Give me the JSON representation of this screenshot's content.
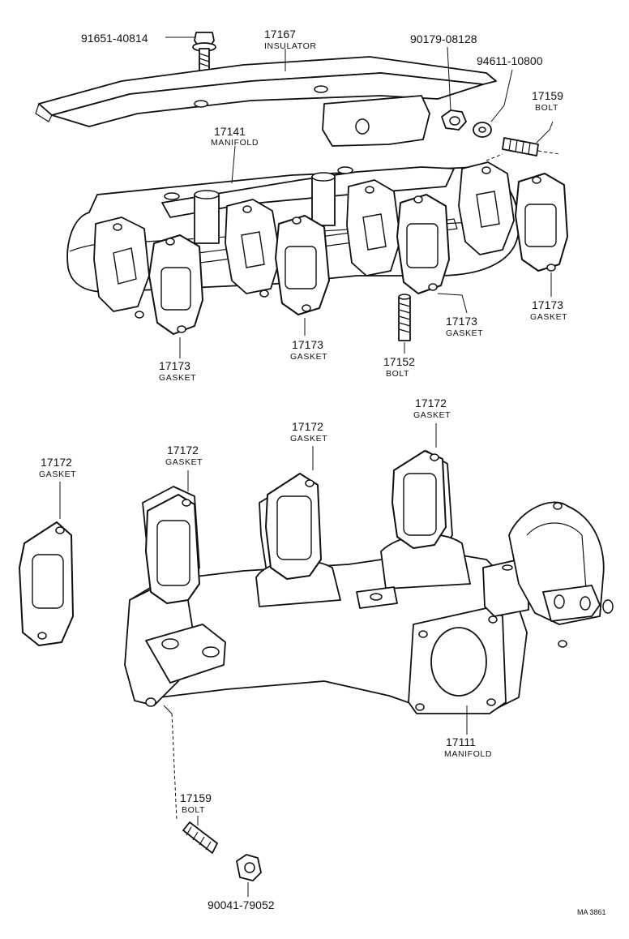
{
  "callouts": {
    "bolt_top": {
      "number": "91651-40814"
    },
    "insulator": {
      "number": "17167",
      "name": "INSULATOR"
    },
    "nut_top": {
      "number": "90179-08128"
    },
    "washer": {
      "number": "94611-10800"
    },
    "stud_top": {
      "number": "17159",
      "name": "BOLT"
    },
    "manifold_upper": {
      "number": "17141",
      "name": "MANIFOLD"
    },
    "gasket_a": {
      "number": "17173",
      "name": "GASKET"
    },
    "gasket_b": {
      "number": "17173",
      "name": "GASKET"
    },
    "gasket_c": {
      "number": "17173",
      "name": "GASKET"
    },
    "gasket_d": {
      "number": "17173",
      "name": "GASKET"
    },
    "stud_mid": {
      "number": "17152",
      "name": "BOLT"
    },
    "gasket_e": {
      "number": "17172",
      "name": "GASKET"
    },
    "gasket_f": {
      "number": "17172",
      "name": "GASKET"
    },
    "gasket_g": {
      "number": "17172",
      "name": "GASKET"
    },
    "gasket_h": {
      "number": "17172",
      "name": "GASKET"
    },
    "manifold_lower": {
      "number": "17111",
      "name": "MANIFOLD"
    },
    "stud_bottom": {
      "number": "17159",
      "name": "BOLT"
    },
    "nut_bottom": {
      "number": "90041-79052"
    }
  },
  "figure_code": "MA 3861"
}
